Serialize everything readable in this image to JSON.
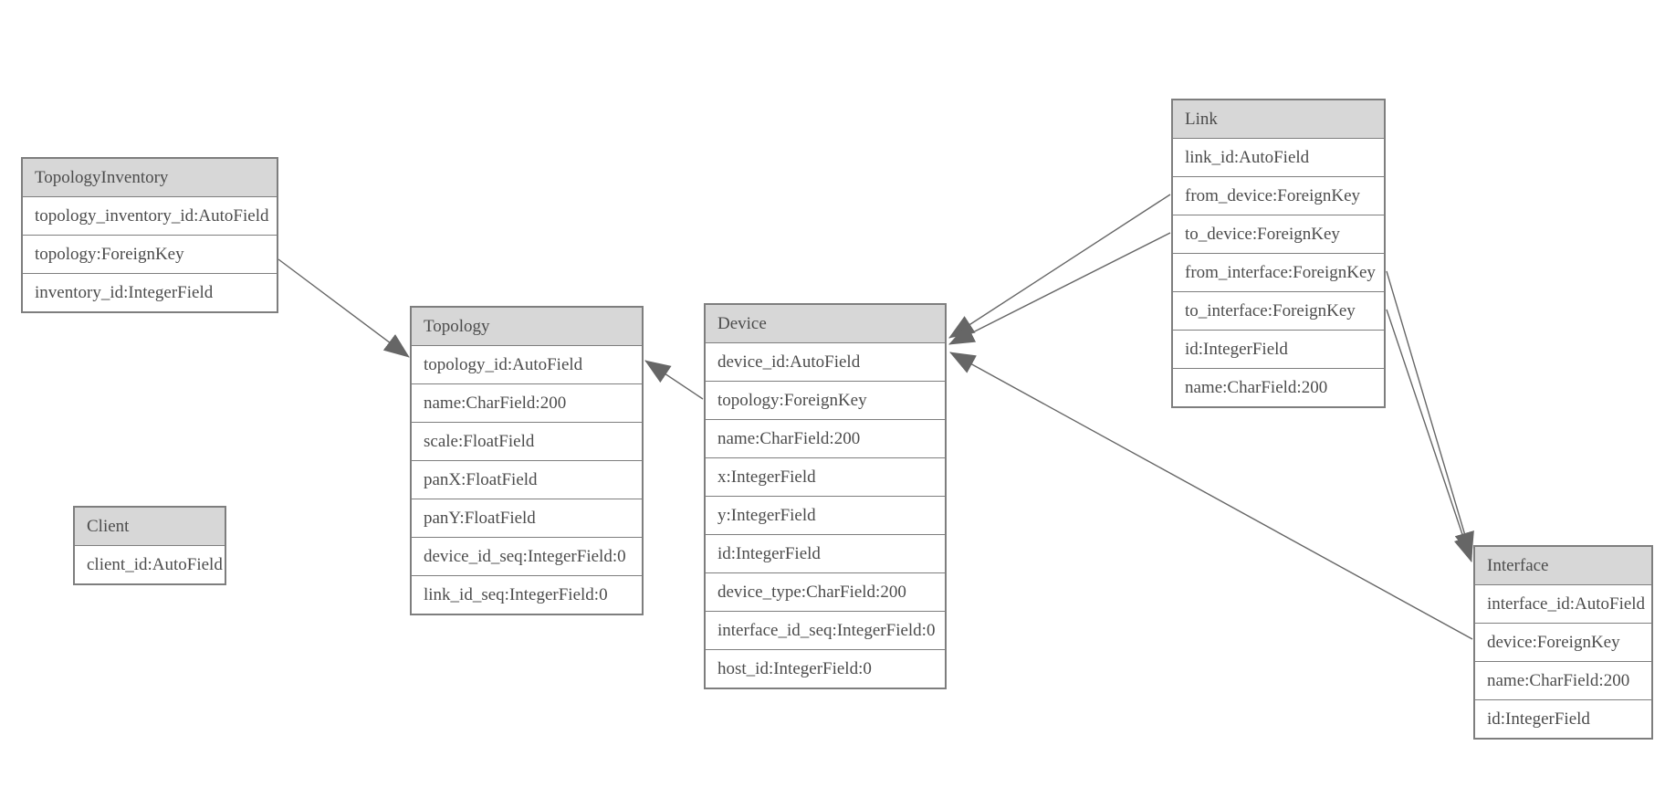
{
  "diagram": {
    "type": "entity-relationship-model",
    "colors": {
      "header_fill": "#d7d7d7",
      "table_border": "#7e7e7e",
      "relationship_line": "#666666",
      "arrowhead_fill": "#666666",
      "text": "#4c4c4c",
      "background": "#ffffff"
    }
  },
  "entities": [
    {
      "name": "TopologyInventory",
      "fields": [
        "topology_inventory_id:AutoField",
        "topology:ForeignKey",
        "inventory_id:IntegerField"
      ]
    },
    {
      "name": "Topology",
      "fields": [
        "topology_id:AutoField",
        "name:CharField:200",
        "scale:FloatField",
        "panX:FloatField",
        "panY:FloatField",
        "device_id_seq:IntegerField:0",
        "link_id_seq:IntegerField:0"
      ]
    },
    {
      "name": "Client",
      "fields": [
        "client_id:AutoField"
      ]
    },
    {
      "name": "Device",
      "fields": [
        "device_id:AutoField",
        "topology:ForeignKey",
        "name:CharField:200",
        "x:IntegerField",
        "y:IntegerField",
        "id:IntegerField",
        "device_type:CharField:200",
        "interface_id_seq:IntegerField:0",
        "host_id:IntegerField:0"
      ]
    },
    {
      "name": "Link",
      "fields": [
        "link_id:AutoField",
        "from_device:ForeignKey",
        "to_device:ForeignKey",
        "from_interface:ForeignKey",
        "to_interface:ForeignKey",
        "id:IntegerField",
        "name:CharField:200"
      ]
    },
    {
      "name": "Interface",
      "fields": [
        "interface_id:AutoField",
        "device:ForeignKey",
        "name:CharField:200",
        "id:IntegerField"
      ]
    }
  ],
  "relationships": [
    {
      "from": "TopologyInventory.topology",
      "to": "Topology"
    },
    {
      "from": "Device.topology",
      "to": "Topology"
    },
    {
      "from": "Link.from_device",
      "to": "Device"
    },
    {
      "from": "Link.to_device",
      "to": "Device"
    },
    {
      "from": "Interface.device",
      "to": "Device"
    },
    {
      "from": "Link.from_interface",
      "to": "Interface"
    },
    {
      "from": "Link.to_interface",
      "to": "Interface"
    }
  ]
}
